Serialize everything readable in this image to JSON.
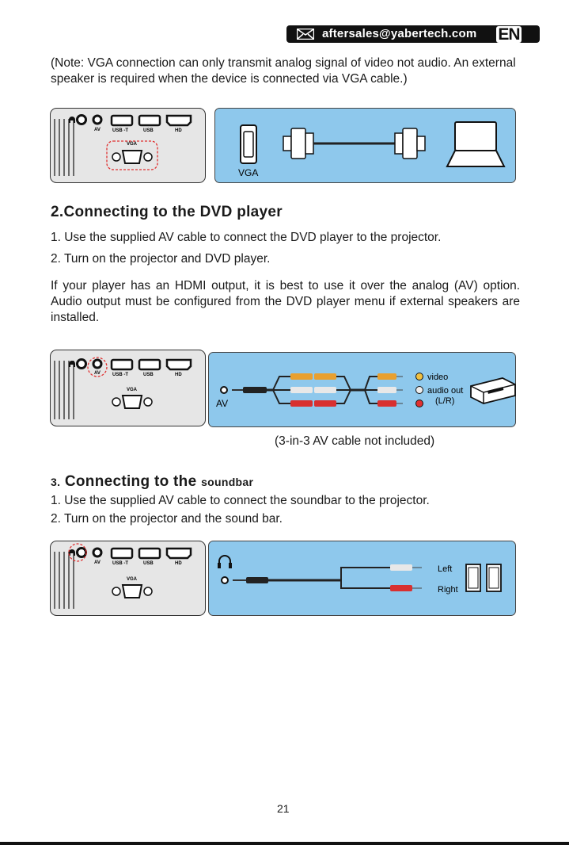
{
  "header": {
    "email": "aftersales@yabertech.com",
    "lang": "EN"
  },
  "note": "(Note: VGA connection can only transmit analog signal of video not audio. An external speaker is required when the device is connected via VGA cable.)",
  "port_labels": {
    "av": "AV",
    "usb_t": "USB -T",
    "usb": "USB",
    "hd": "HD",
    "vga": "VGA"
  },
  "fig1": {
    "vga_label": "VGA"
  },
  "section2": {
    "title": "2.Connecting to the DVD player",
    "steps": [
      "1. Use the supplied AV cable to connect the DVD player to the projector.",
      "2. Turn on the projector and DVD player."
    ],
    "paragraph": "If your player has an HDMI output, it is best to use it over the analog (AV) option. Audio output must be configured from the DVD player menu if external speakers are installed.",
    "fig": {
      "av_label": "AV",
      "video": "video",
      "audio_out": "audio out",
      "lr": "(L/R)"
    },
    "caption": "(3-in-3 AV cable not included)"
  },
  "section3": {
    "num": "3.",
    "title": "Connecting to the",
    "title_small": "soundbar",
    "steps": [
      "1. Use the supplied AV cable to connect the soundbar to the projector.",
      "2. Turn on the projector and the sound bar."
    ],
    "fig": {
      "left": "Left",
      "right": "Right"
    }
  },
  "page_number": "21",
  "colors": {
    "panel_blue": "#8ec8ec",
    "red_dashed": "#e03030",
    "yellow": "#e8a030",
    "red_plug": "#d83030",
    "white_plug": "#e8e8e8"
  },
  "icons": [
    "envelope-icon",
    "headphone-icon",
    "laptop-icon",
    "dvd-player-icon",
    "speaker-icon"
  ]
}
